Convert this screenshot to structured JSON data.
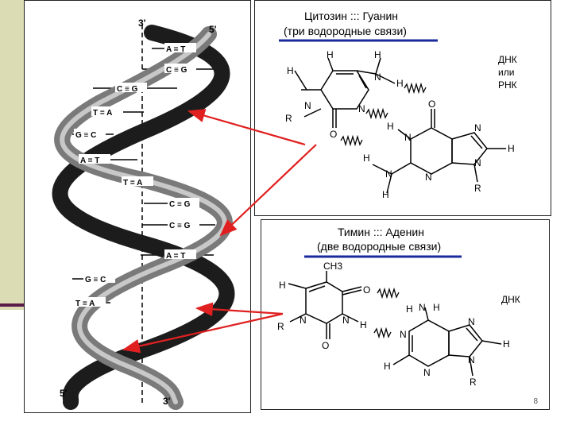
{
  "helix": {
    "top_left": "3'",
    "top_right": "5'",
    "bottom_left": "5'",
    "bottom_right": "3'",
    "pairs": [
      "A = T",
      "C ≡ G",
      "C ≡ G",
      "T = A",
      "G ≡ C",
      "A = T",
      "T = A",
      "C ≡ G",
      "C ≡ G",
      "A = T",
      "G ≡ C",
      "T = A"
    ]
  },
  "cg_panel": {
    "title": "Цитозин ::: Гуанин",
    "subtitle": "(три водородные связи)",
    "side_label": [
      "ДНК",
      "или",
      "РНК"
    ],
    "accent": "#1a2a9c"
  },
  "ta_panel": {
    "title": "Тимин ::: Аденин",
    "subtitle": "(две водородные связи)",
    "side_label": "ДНК",
    "methyl": "CH3",
    "page_number": "8",
    "accent": "#1a2a9c"
  },
  "arrow_color": "#e02020"
}
